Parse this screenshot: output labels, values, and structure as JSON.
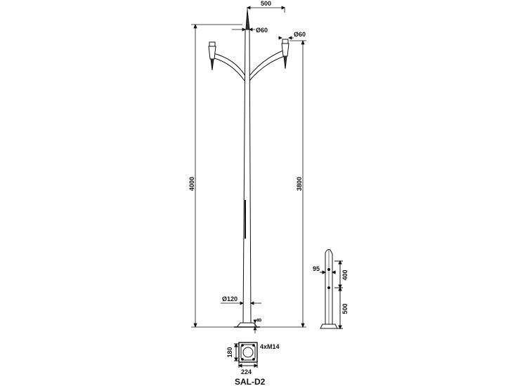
{
  "drawing": {
    "title": "SAL-D2",
    "dimensions": {
      "arm_spread": "500",
      "top_diameter": "Ø60",
      "lamp_diameter": "Ø60",
      "total_height": "4000",
      "arm_height": "3800",
      "base_diameter": "Ø120",
      "plate_thickness": "8"
    },
    "base_plate": {
      "height": "180",
      "width": "224",
      "bolts": "4xM14"
    },
    "anchor": {
      "width": "95",
      "upper_length": "400",
      "lower_length": "500"
    }
  }
}
